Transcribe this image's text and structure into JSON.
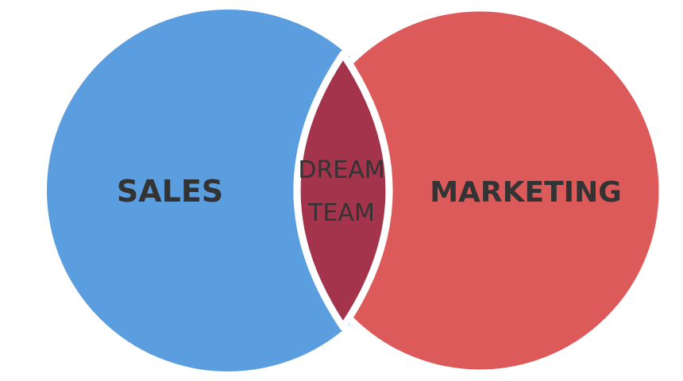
{
  "diagram": {
    "type": "venn",
    "sets": [
      {
        "label": "SALES",
        "color": "#5b9ee0"
      },
      {
        "label": "MARKETING",
        "color": "#dd5a5a"
      }
    ],
    "intersection": {
      "label_line1": "DREAM",
      "label_line2": "TEAM",
      "color": "#a3344c"
    },
    "outline_color": "#ffffff",
    "text_color": "#333333"
  }
}
